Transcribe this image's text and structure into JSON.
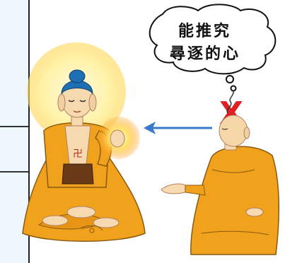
{
  "thought_bubble": {
    "line1": "能推究",
    "line2": "尋逐的心"
  },
  "colors": {
    "robe": "#f0a21c",
    "robe_shadow": "#c97a10",
    "skin": "#f7d9b0",
    "halo": "#fff2a6",
    "hair": "#1f6fb5",
    "arrow": "#3a78c9",
    "cross": "#e02020",
    "panel": "#eef7fd"
  },
  "icons": {
    "buddha": "seated-buddha-figure",
    "monk": "kneeling-monk-figure",
    "arrow": "left-arrow-icon",
    "cross": "red-x-icon"
  }
}
